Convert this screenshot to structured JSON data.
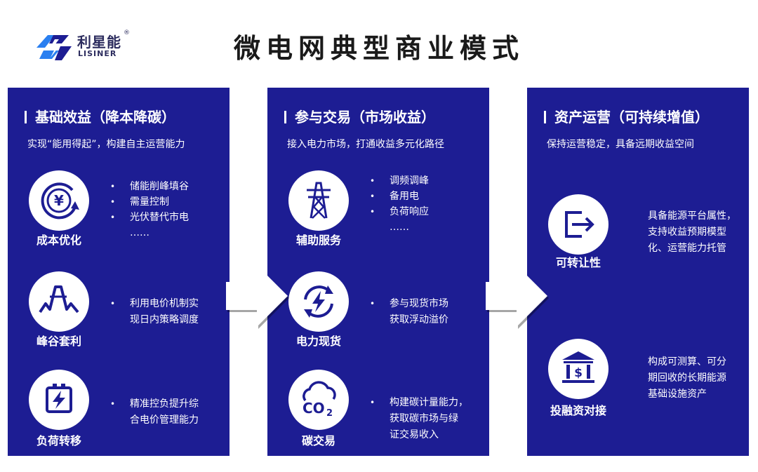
{
  "header": {
    "logo_cn": "利星能",
    "logo_reg": "®",
    "logo_en": "LISINER",
    "title": "微电网典型商业模式"
  },
  "colors": {
    "panel": "#1d1d93",
    "icon": "#1d1d93",
    "accent_blue": "#2a7ff0"
  },
  "panels": [
    {
      "title": "基础效益（降本降碳）",
      "subtitle": "实现“能用得起”，构建自主运营能力",
      "items": [
        {
          "icon": "yen-cycle-icon",
          "label": "成本优化",
          "bullets": [
            "储能削峰填谷",
            "需量控制",
            "光伏替代市电"
          ],
          "ellipsis": "……"
        },
        {
          "icon": "peak-valley-icon",
          "label": "峰谷套利",
          "text": [
            "利用电价机制实",
            "现日内策略调度"
          ]
        },
        {
          "icon": "battery-bolt-icon",
          "label": "负荷转移",
          "text": [
            "精准控负提升综",
            "合电价管理能力"
          ]
        }
      ]
    },
    {
      "title": "参与交易（市场收益）",
      "subtitle": "接入电力市场，打通收益多元化路径",
      "items": [
        {
          "icon": "power-tower-icon",
          "label": "辅助服务",
          "bullets": [
            "调频调峰",
            "备用电",
            "负荷响应"
          ],
          "ellipsis": "……"
        },
        {
          "icon": "bolt-cycle-icon",
          "label": "电力现货",
          "text": [
            "参与现货市场",
            "获取浮动溢价"
          ]
        },
        {
          "icon": "co2-cloud-icon",
          "label": "碳交易",
          "text": [
            "构建碳计量能力，",
            "获取碳市场与绿",
            "证交易收入"
          ]
        }
      ]
    },
    {
      "title": "资产运营（可持续增值）",
      "subtitle": "保持运营稳定，具备远期收益空间",
      "items": [
        {
          "icon": "transfer-exit-icon",
          "label": "可转让性",
          "text": [
            "具备能源平台属性，",
            "支持收益预期模型",
            "化、运营能力托管"
          ]
        },
        {
          "icon": "bank-dollar-icon",
          "label": "投融资对接",
          "text": [
            "构成可测算、可分",
            "期回收的长期能源",
            "基础设施资产"
          ]
        }
      ]
    }
  ]
}
